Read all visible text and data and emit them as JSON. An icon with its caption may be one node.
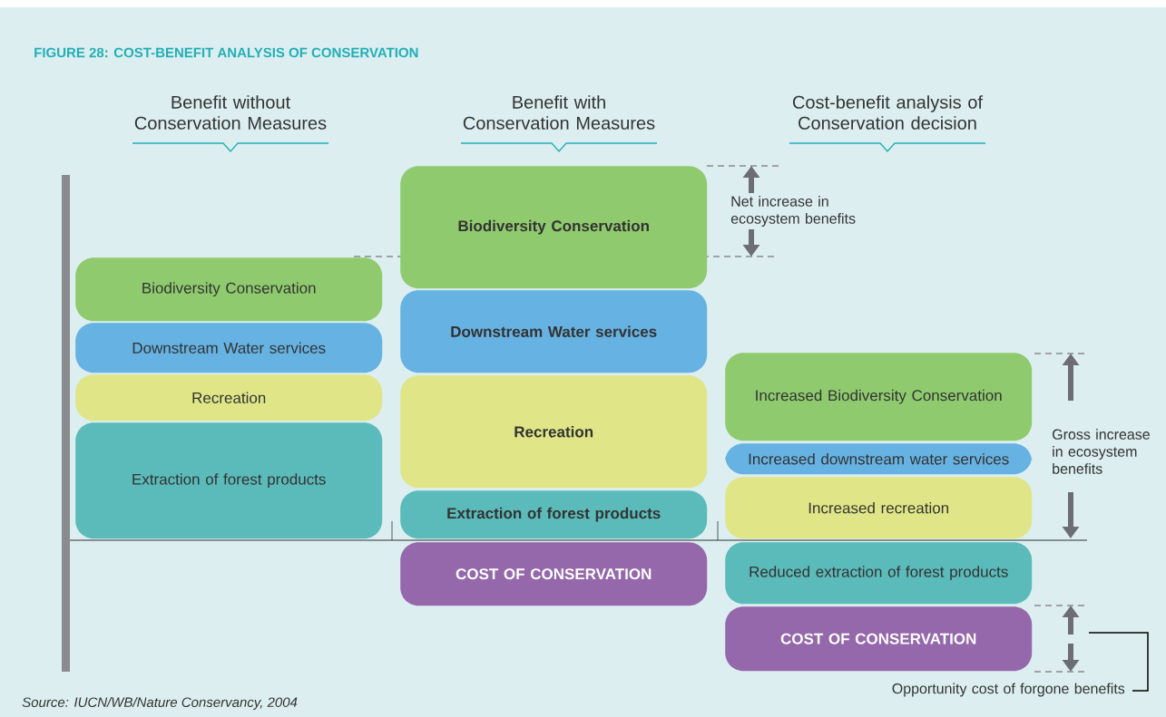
{
  "diagram": {
    "title": "FIGURE 28: COST-BENEFIT ANALYSIS OF CONSERVATION",
    "caption": "Source:  IUCN/WB/Nature Conservancy, 2004",
    "nodes": [
      {
        "text": [
          "Biodiversity Conservation"
        ]
      },
      {
        "text": [
          "Downstream Water services"
        ]
      },
      {
        "text": [
          "Recreation"
        ]
      },
      {
        "text": [
          "Extraction of forest products"
        ]
      },
      {
        "text": [
          "Biodiversity Conservation"
        ]
      },
      {
        "text": [
          "Downstream Water services"
        ]
      },
      {
        "text": [
          "Recreation"
        ]
      },
      {
        "text": [
          "Extraction of forest products"
        ]
      },
      {
        "text": [
          "COST OF CONSERVATION"
        ]
      },
      {
        "text": [
          "Increased Biodiversity Conservation"
        ]
      },
      {
        "text": [
          "Increased downstream water services"
        ]
      },
      {
        "text": [
          "Increased recreation"
        ]
      },
      {
        "text": [
          "Reduced extraction of forest products"
        ]
      },
      {
        "text": [
          "COST OF CONSERVATION"
        ]
      }
    ],
    "labels": [
      "Benefit without Conservation Measures",
      "Benefit with Conservation Measures",
      "Cost-benefit analysis of Conservation decision",
      "Net increase in ecosystem benefits",
      "Gross increase in ecosystem benefits",
      "Opportunity cost of forgone benefits"
    ]
  }
}
